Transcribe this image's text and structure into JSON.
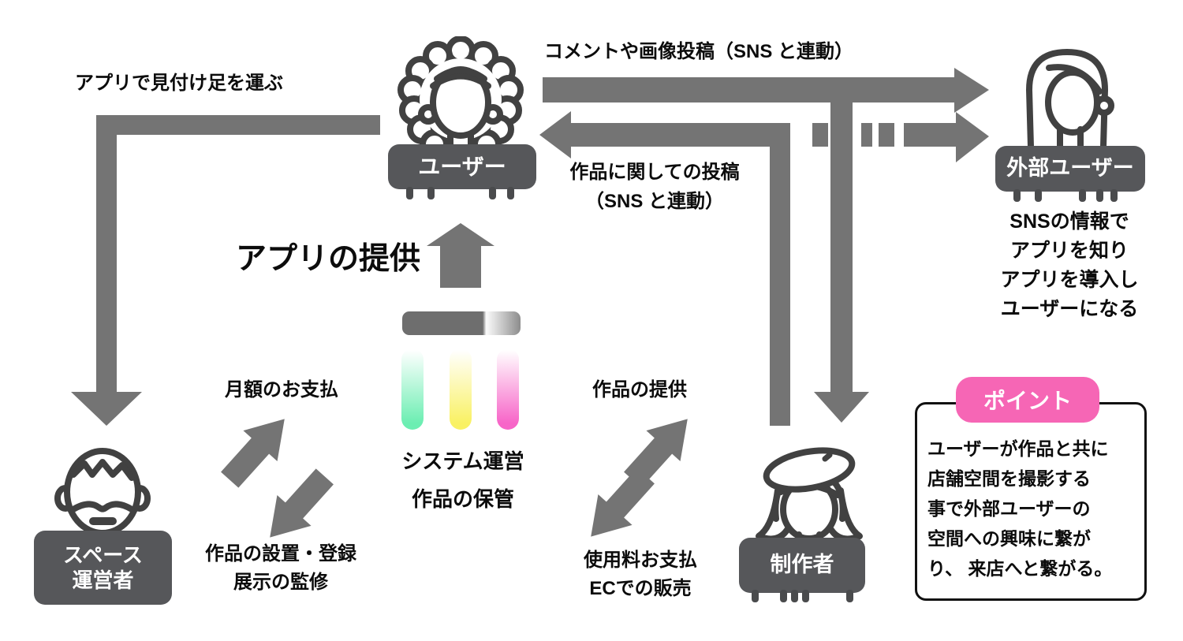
{
  "actors": {
    "user": {
      "label": "ユーザー"
    },
    "external_user": {
      "label": "外部ユーザー",
      "description_lines": [
        "SNSの情報で",
        "アプリを知り",
        "アプリを導入し",
        "ユーザーになる"
      ]
    },
    "space_operator": {
      "label_lines": [
        "スペース",
        "運営者"
      ]
    },
    "creator": {
      "label": "制作者"
    }
  },
  "flows": {
    "find_via_app": "アプリで見付け足を運ぶ",
    "comment_post": "コメントや画像投稿（SNS と連動）",
    "work_post_lines": [
      "作品に関しての投稿",
      "（SNS と連動）"
    ],
    "app_provide": "アプリの提供",
    "monthly_payment": "月額のお支払",
    "installation_lines": [
      "作品の設置・登録",
      "展示の監修"
    ],
    "system_lines": [
      "システム運営",
      "作品の保管"
    ],
    "work_provide": "作品の提供",
    "usage_lines": [
      "使用料お支払",
      "ECでの販売"
    ]
  },
  "point": {
    "badge": "ポイント",
    "body_lines": [
      "ユーザーが作品と共に",
      "店舗空間を撮影する",
      "事で外部ユーザーの",
      "空間への興味に繋が",
      "り、 来店へと繋がる。"
    ]
  },
  "colors": {
    "arrow_gray": "#747474",
    "badge_gray": "#56575a",
    "icon_stroke": "#414141",
    "accent_pink": "#f666b5",
    "bar_green": "#6ceeb2",
    "bar_yellow": "#f9f163",
    "bar_pink": "#f765c8"
  }
}
